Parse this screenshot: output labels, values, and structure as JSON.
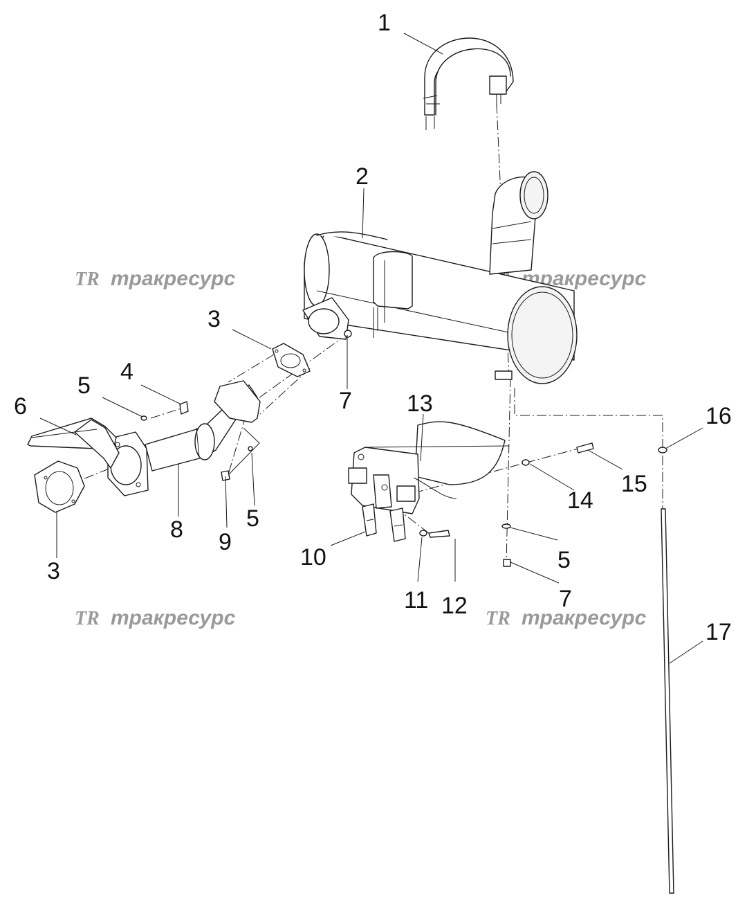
{
  "callouts": {
    "c1": "1",
    "c2": "2",
    "c3a": "3",
    "c3b": "3",
    "c4": "4",
    "c5a": "5",
    "c5b": "5",
    "c5c": "5",
    "c6": "6",
    "c7a": "7",
    "c7b": "7",
    "c8": "8",
    "c9": "9",
    "c10": "10",
    "c11": "11",
    "c12": "12",
    "c13": "13",
    "c14": "14",
    "c15": "15",
    "c16": "16",
    "c17": "17"
  },
  "watermark": {
    "logo": "TR",
    "text": "тракресурс",
    "color": "#9a9a9a"
  }
}
